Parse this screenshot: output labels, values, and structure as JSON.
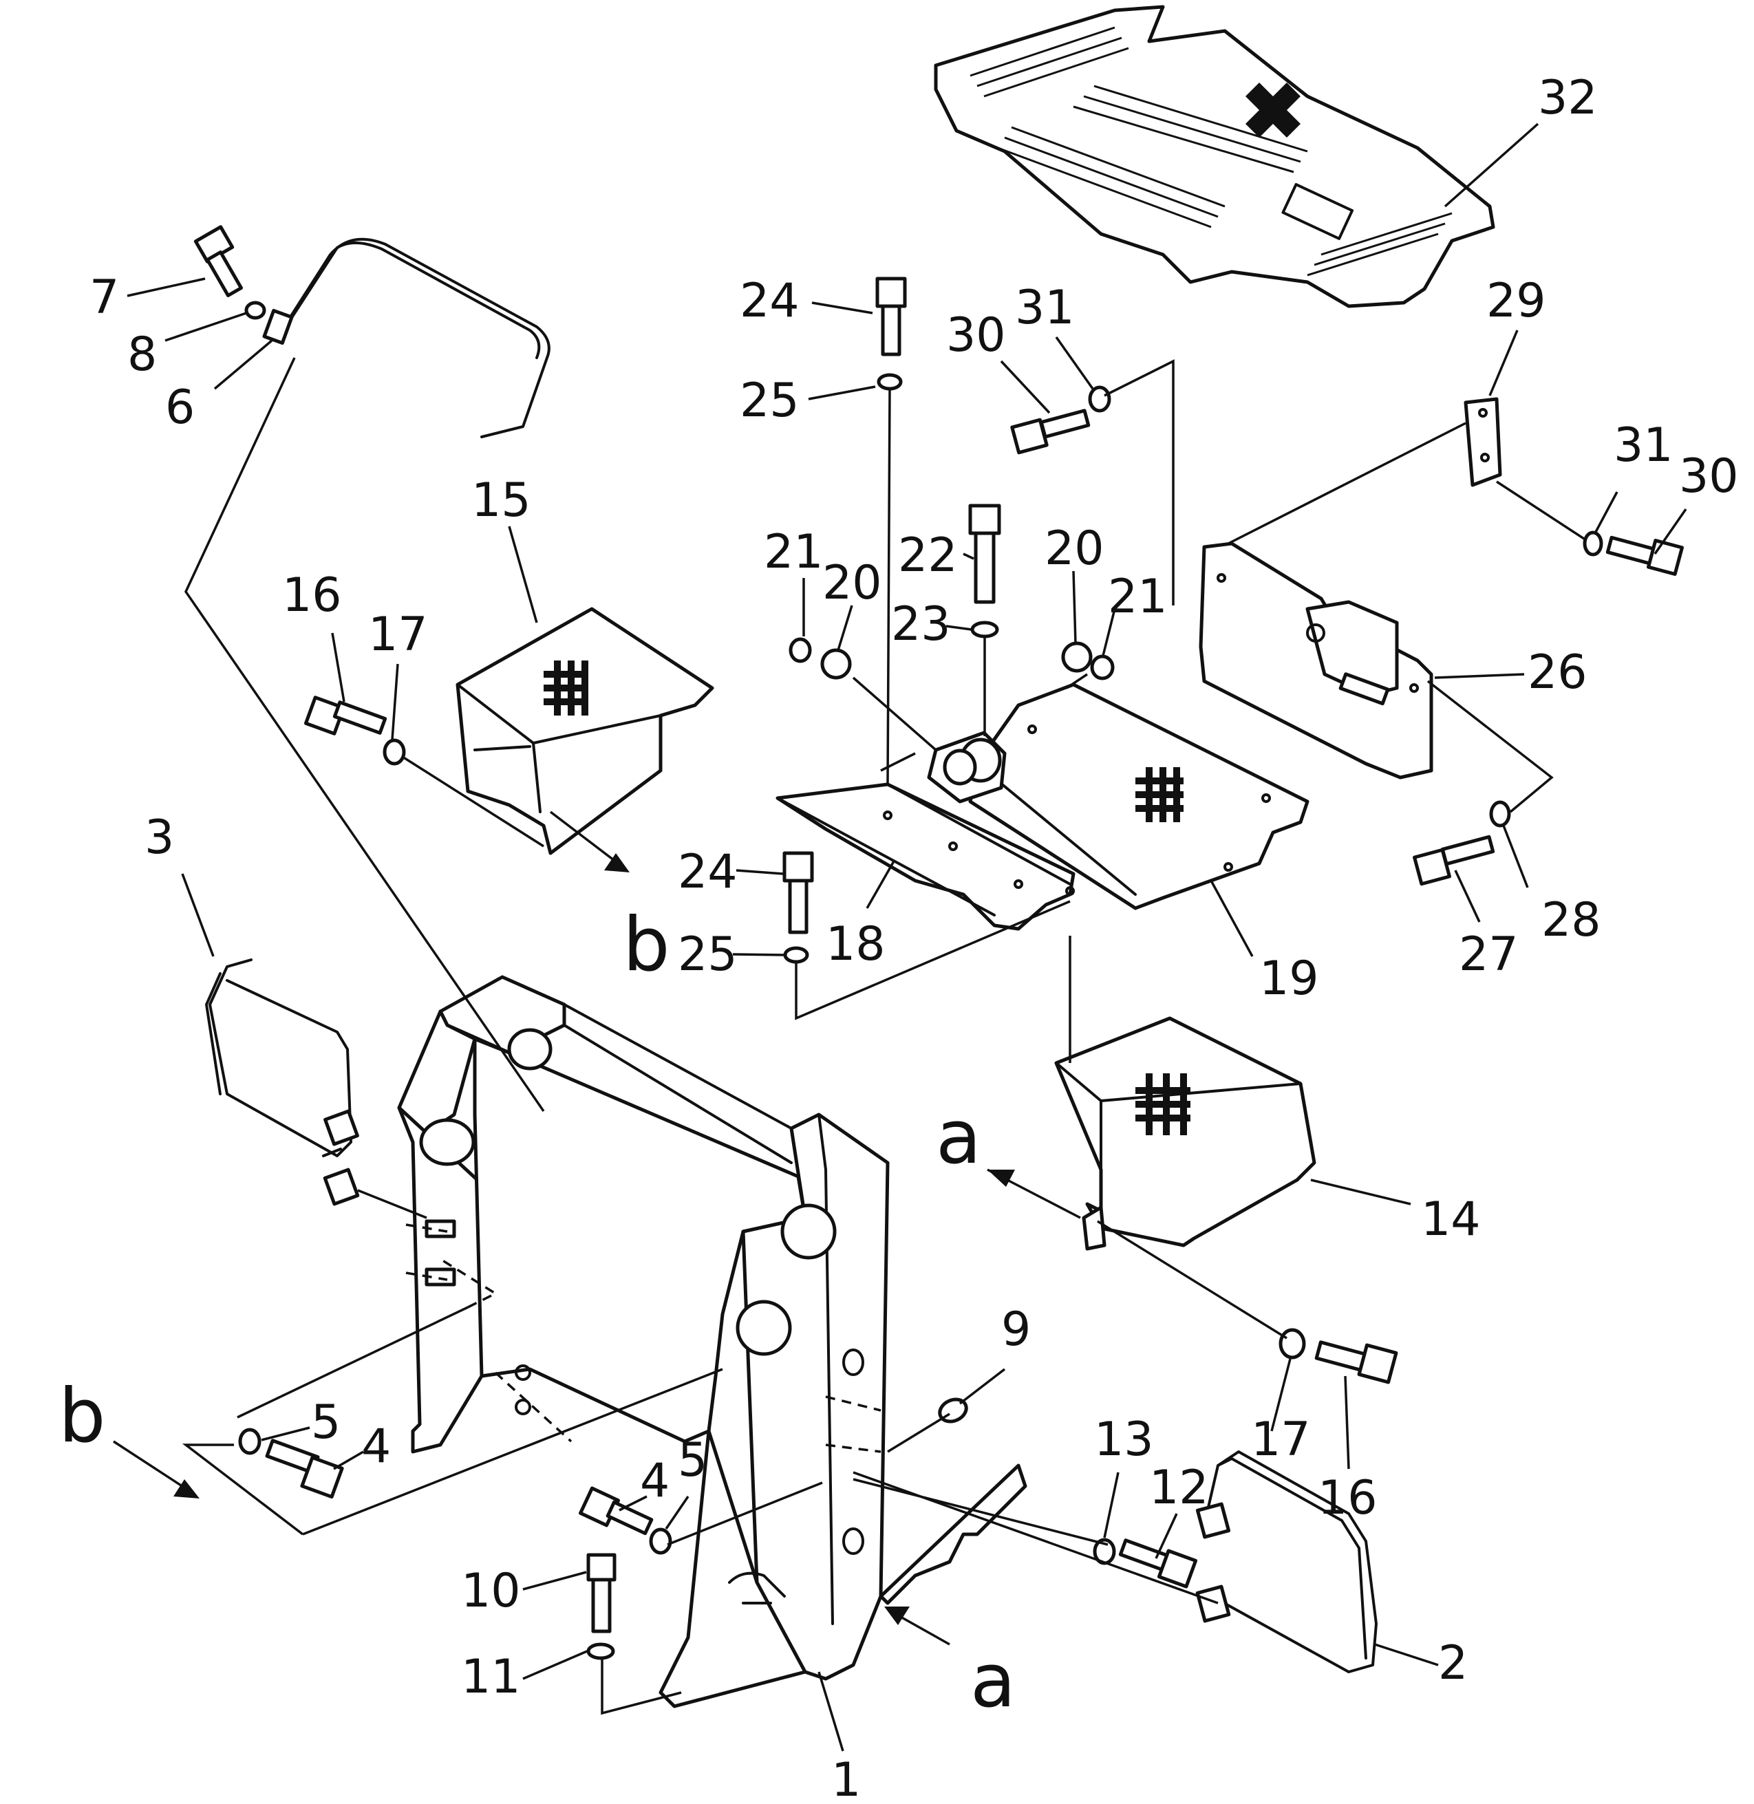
{
  "diagram": {
    "callouts": {
      "c1": "1",
      "c2": "2",
      "c3": "3",
      "c4a": "4",
      "c4b": "4",
      "c5a": "5",
      "c5b": "5",
      "c6": "6",
      "c7": "7",
      "c8": "8",
      "c9": "9",
      "c10": "10",
      "c11": "11",
      "c12": "12",
      "c13": "13",
      "c14": "14",
      "c15": "15",
      "c16a": "16",
      "c16b": "16",
      "c17a": "17",
      "c17b": "17",
      "c18": "18",
      "c19": "19",
      "c20a": "20",
      "c20b": "20",
      "c21a": "21",
      "c21b": "21",
      "c22": "22",
      "c23": "23",
      "c24a": "24",
      "c24b": "24",
      "c25a": "25",
      "c25b": "25",
      "c26": "26",
      "c27": "27",
      "c28": "28",
      "c29": "29",
      "c30a": "30",
      "c30b": "30",
      "c31a": "31",
      "c31b": "31",
      "c32": "32"
    },
    "view_markers": {
      "a_upper": "a",
      "a_lower": "a",
      "b_upper": "b",
      "b_lower": "b"
    }
  }
}
